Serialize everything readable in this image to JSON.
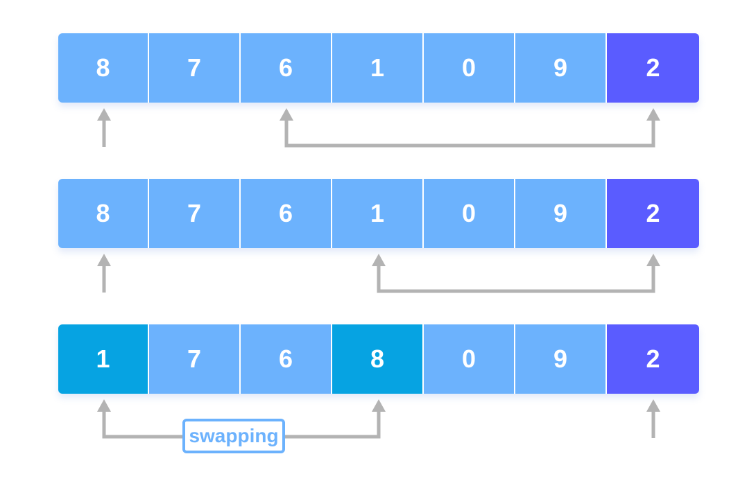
{
  "rows": [
    {
      "cells": [
        {
          "value": "8",
          "state": "normal"
        },
        {
          "value": "7",
          "state": "normal"
        },
        {
          "value": "6",
          "state": "normal"
        },
        {
          "value": "1",
          "state": "normal"
        },
        {
          "value": "0",
          "state": "normal"
        },
        {
          "value": "9",
          "state": "normal"
        },
        {
          "value": "2",
          "state": "pivot"
        }
      ]
    },
    {
      "cells": [
        {
          "value": "8",
          "state": "normal"
        },
        {
          "value": "7",
          "state": "normal"
        },
        {
          "value": "6",
          "state": "normal"
        },
        {
          "value": "1",
          "state": "normal"
        },
        {
          "value": "0",
          "state": "normal"
        },
        {
          "value": "9",
          "state": "normal"
        },
        {
          "value": "2",
          "state": "pivot"
        }
      ]
    },
    {
      "cells": [
        {
          "value": "1",
          "state": "swapped"
        },
        {
          "value": "7",
          "state": "normal"
        },
        {
          "value": "6",
          "state": "normal"
        },
        {
          "value": "8",
          "state": "swapped"
        },
        {
          "value": "0",
          "state": "normal"
        },
        {
          "value": "9",
          "state": "normal"
        },
        {
          "value": "2",
          "state": "pivot"
        }
      ]
    }
  ],
  "swap_label": "swapping",
  "colors": {
    "normal": "#6cb2fd",
    "pivot": "#5a5cff",
    "swapped": "#06a3e2",
    "arrow": "#b3b3b3"
  }
}
